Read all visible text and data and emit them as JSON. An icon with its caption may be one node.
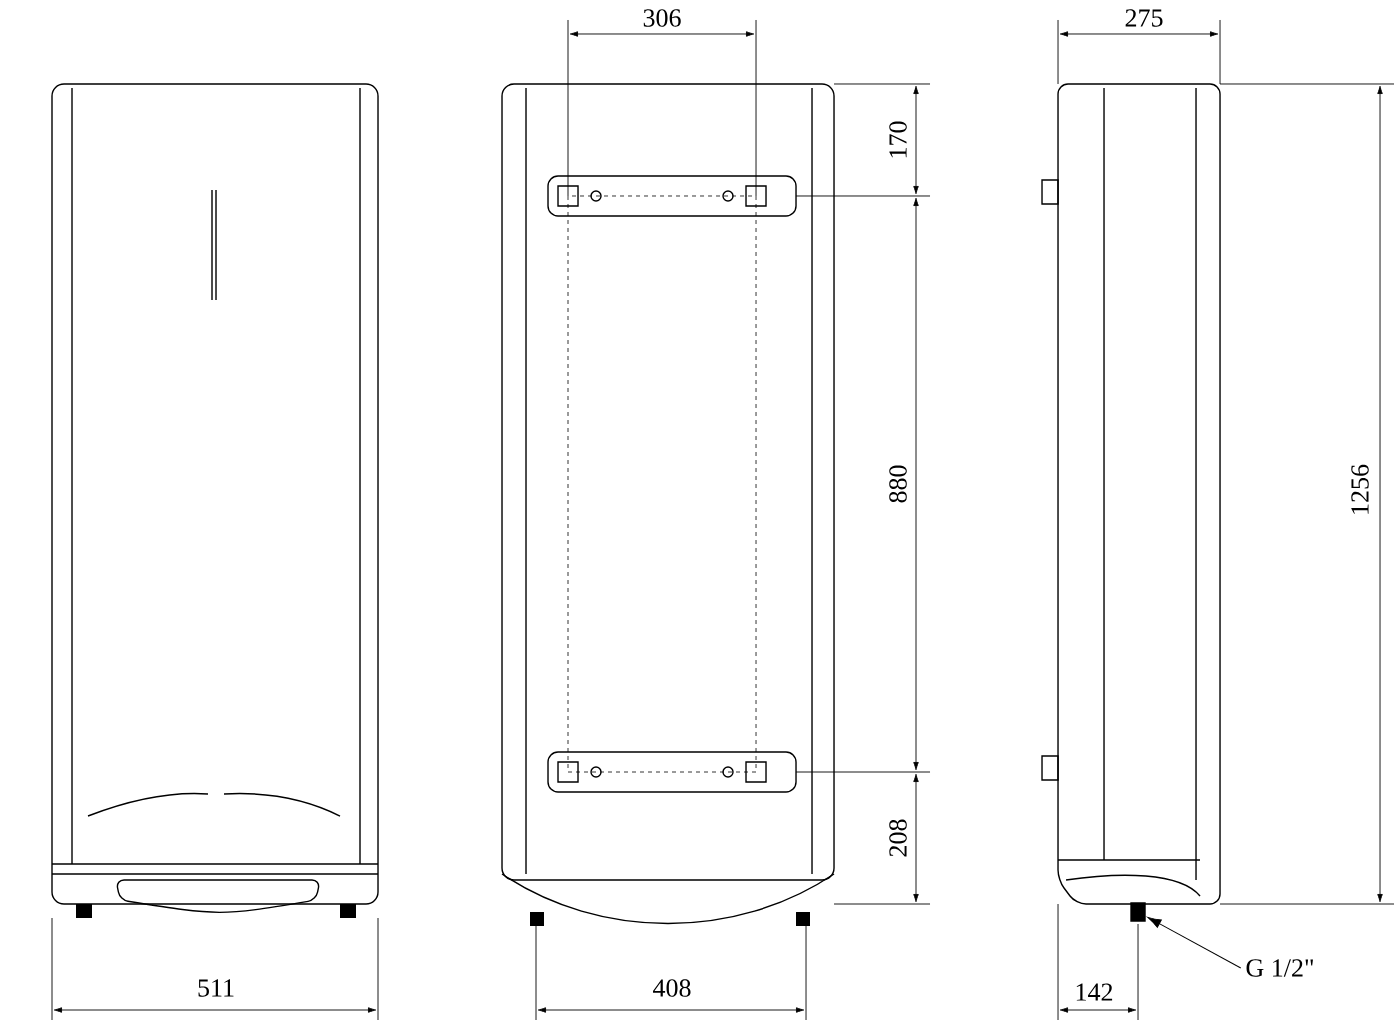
{
  "diagram": {
    "nodes": [
      {
        "text": [
          "G 1/2\""
        ]
      },
      {
        "text": [],
        "shape": "box"
      }
    ],
    "edges": [
      {
        "from": 0,
        "to": 1,
        "arrow": "to"
      }
    ],
    "labels": [
      "306",
      "275",
      "170",
      "880",
      "1256",
      "208",
      "511",
      "408",
      "142"
    ]
  }
}
